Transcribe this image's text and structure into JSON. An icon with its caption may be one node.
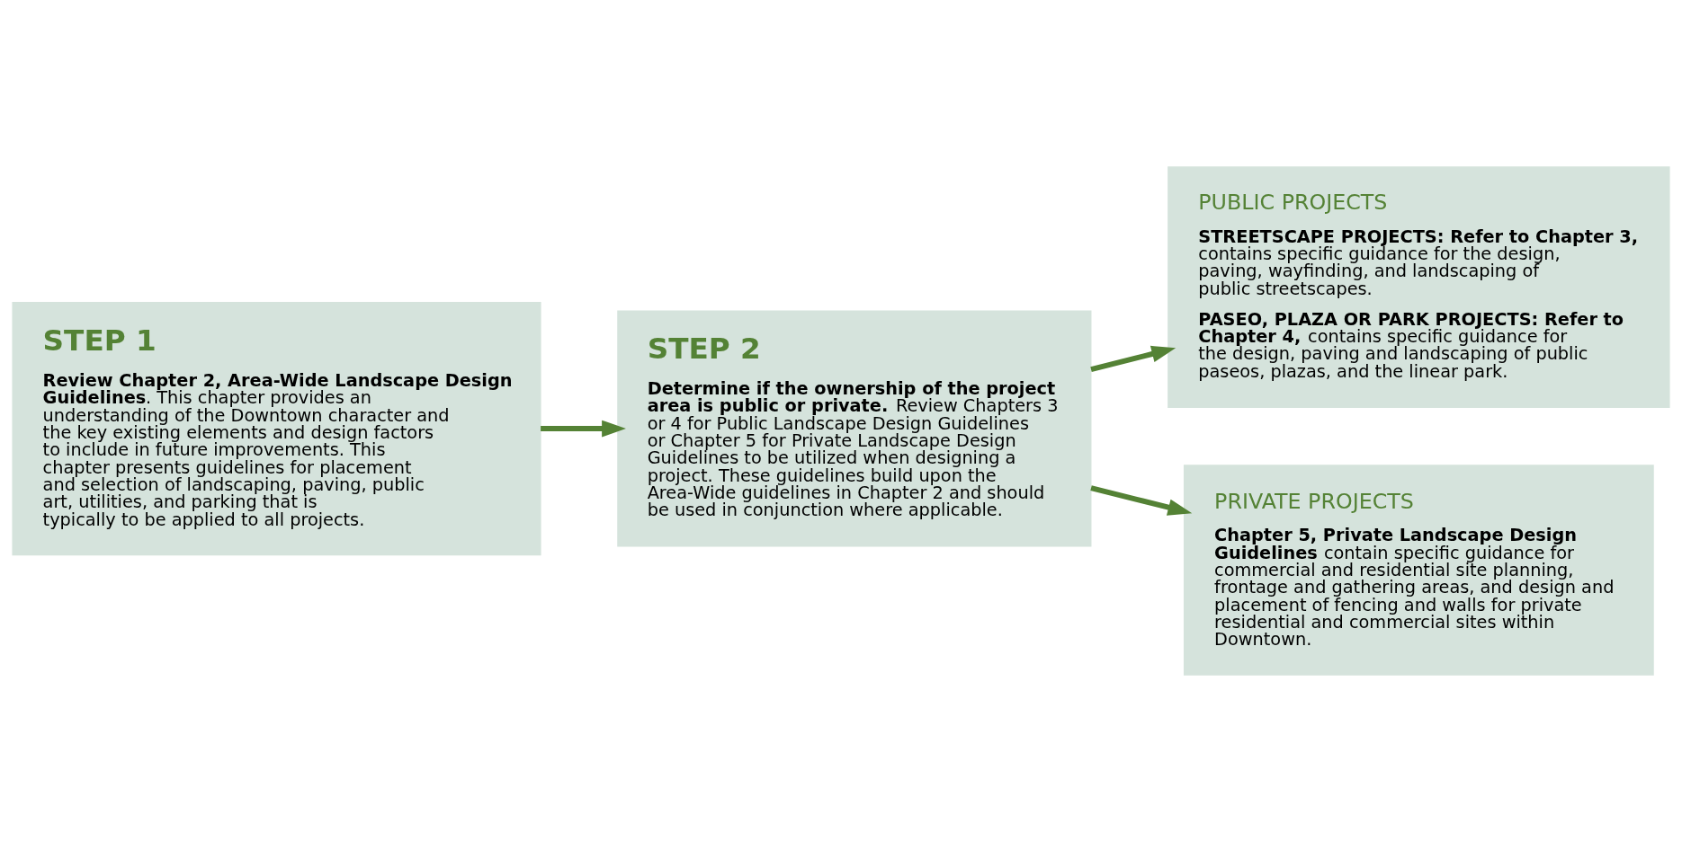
{
  "diagram": {
    "nodes": [
      {
        "text": [
          "STEP 1",
          "**Review Chapter 2, Area-Wide Landscape Design Guidelines**.  This chapter provides an understanding of the Downtown character and the key existing elements and design factors to include in future improvements. This chapter presents guidelines for placement and selection of landscaping, paving, public art, utilities, and parking that is typically to be applied to all projects."
        ]
      },
      {
        "text": [
          "STEP 2",
          "**Determine if the ownership of the project area is public or private.** Review Chapters 3 or 4 for Public Landscape Design Guidelines or Chapter 5 for Private Landscape Design Guidelines to be utilized when designing a project.  These guidelines build upon the Area-Wide guidelines in Chapter 2 and should be used in conjunction where applicable."
        ]
      },
      {
        "text": [
          "PUBLIC PROJECTS",
          "**STREETSCAPE PROJECTS: Refer to Chapter 3,** contains specific guidance for the design, paving, wayfinding, and landscaping of public streetscapes.",
          "**PASEO, PLAZA OR PARK PROJECTS: Refer to Chapter 4,** contains specific guidance for the design, paving and landscaping of public paseos, plazas, and the linear park."
        ]
      },
      {
        "text": [
          "PRIVATE PROJECTS",
          "**Chapter 5, Private Landscape Design Guidelines** contain specific guidance for commercial and residential site planning, frontage and gathering areas, and design and placement of fencing and walls for private residential and commercial sites within Downtown."
        ]
      }
    ],
    "edges": [
      {
        "from": 0,
        "to": 1,
        "arrow": "to"
      },
      {
        "from": 1,
        "to": 2,
        "arrow": "to"
      },
      {
        "from": 1,
        "to": 3,
        "arrow": "to"
      }
    ]
  }
}
